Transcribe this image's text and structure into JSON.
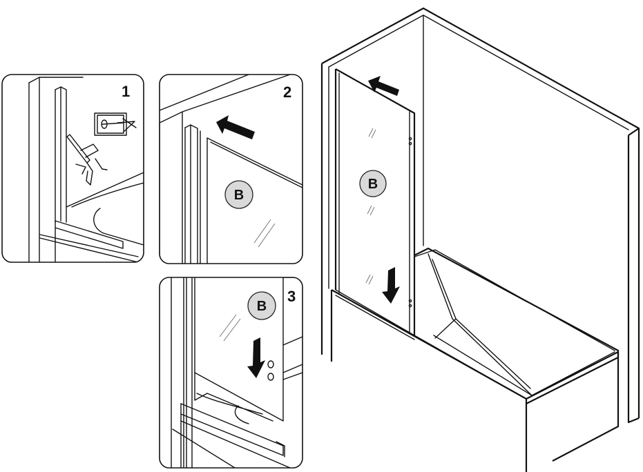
{
  "steps": [
    {
      "number": "1"
    },
    {
      "number": "2"
    },
    {
      "number": "3"
    }
  ],
  "panel_label": "B"
}
